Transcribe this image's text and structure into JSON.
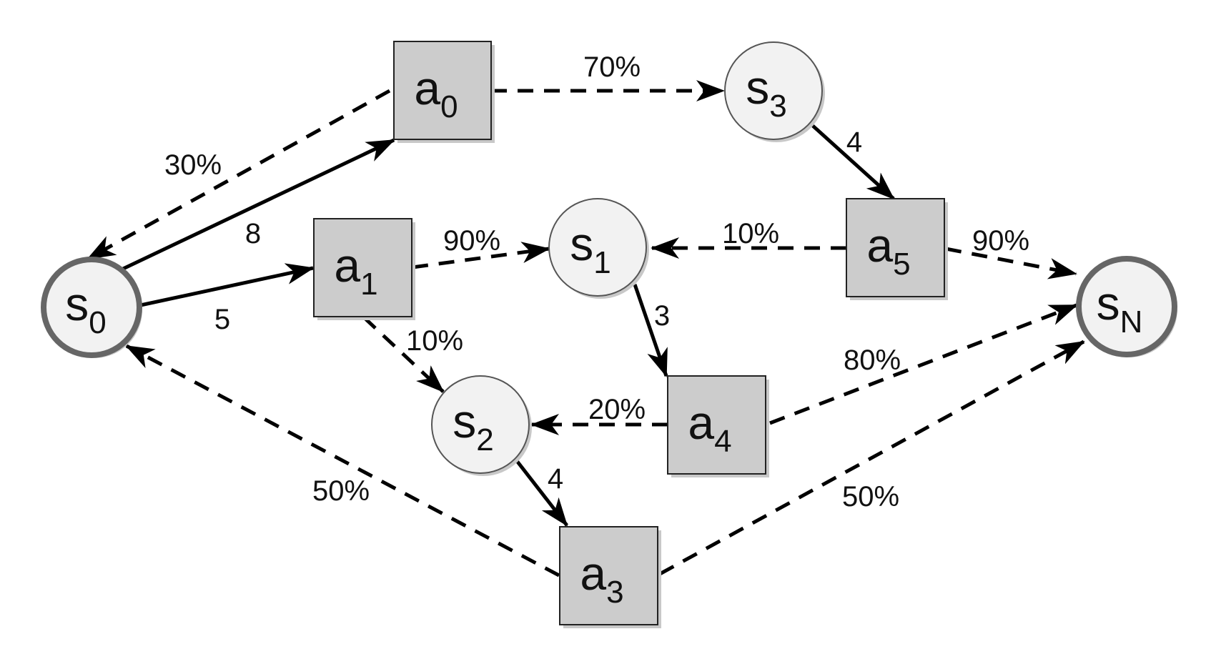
{
  "colors": {
    "state_fill": "#f2f2f2",
    "state_stroke": "#555555",
    "terminal_stroke": "#666666",
    "action_fill": "#cccccc",
    "action_stroke": "#222222",
    "shadow": "#c8c8c8",
    "edge": "#000000"
  },
  "nodes": {
    "s0": {
      "base": "s",
      "sub": "0"
    },
    "s1": {
      "base": "s",
      "sub": "1"
    },
    "s2": {
      "base": "s",
      "sub": "2"
    },
    "s3": {
      "base": "s",
      "sub": "3"
    },
    "sN": {
      "base": "s",
      "sub": "N"
    },
    "a0": {
      "base": "a",
      "sub": "0"
    },
    "a1": {
      "base": "a",
      "sub": "1"
    },
    "a3": {
      "base": "a",
      "sub": "3"
    },
    "a4": {
      "base": "a",
      "sub": "4"
    },
    "a5": {
      "base": "a",
      "sub": "5"
    }
  },
  "edges": [
    {
      "from": "s0",
      "to": "a0",
      "kind": "cost",
      "label": "8"
    },
    {
      "from": "s0",
      "to": "a1",
      "kind": "cost",
      "label": "5"
    },
    {
      "from": "a0",
      "to": "s3",
      "kind": "probability",
      "label": "70%"
    },
    {
      "from": "a0",
      "to": "s0",
      "kind": "probability",
      "label": "30%"
    },
    {
      "from": "s3",
      "to": "a5",
      "kind": "cost",
      "label": "4"
    },
    {
      "from": "a1",
      "to": "s1",
      "kind": "probability",
      "label": "90%"
    },
    {
      "from": "a1",
      "to": "s2",
      "kind": "probability",
      "label": "10%"
    },
    {
      "from": "a5",
      "to": "s1",
      "kind": "probability",
      "label": "10%"
    },
    {
      "from": "a5",
      "to": "sN",
      "kind": "probability",
      "label": "90%"
    },
    {
      "from": "s1",
      "to": "a4",
      "kind": "cost",
      "label": "3"
    },
    {
      "from": "a4",
      "to": "s2",
      "kind": "probability",
      "label": "20%"
    },
    {
      "from": "a4",
      "to": "sN",
      "kind": "probability",
      "label": "80%"
    },
    {
      "from": "s2",
      "to": "a3",
      "kind": "cost",
      "label": "4"
    },
    {
      "from": "a3",
      "to": "s0",
      "kind": "probability",
      "label": "50%"
    },
    {
      "from": "a3",
      "to": "sN",
      "kind": "probability",
      "label": "50%"
    }
  ]
}
